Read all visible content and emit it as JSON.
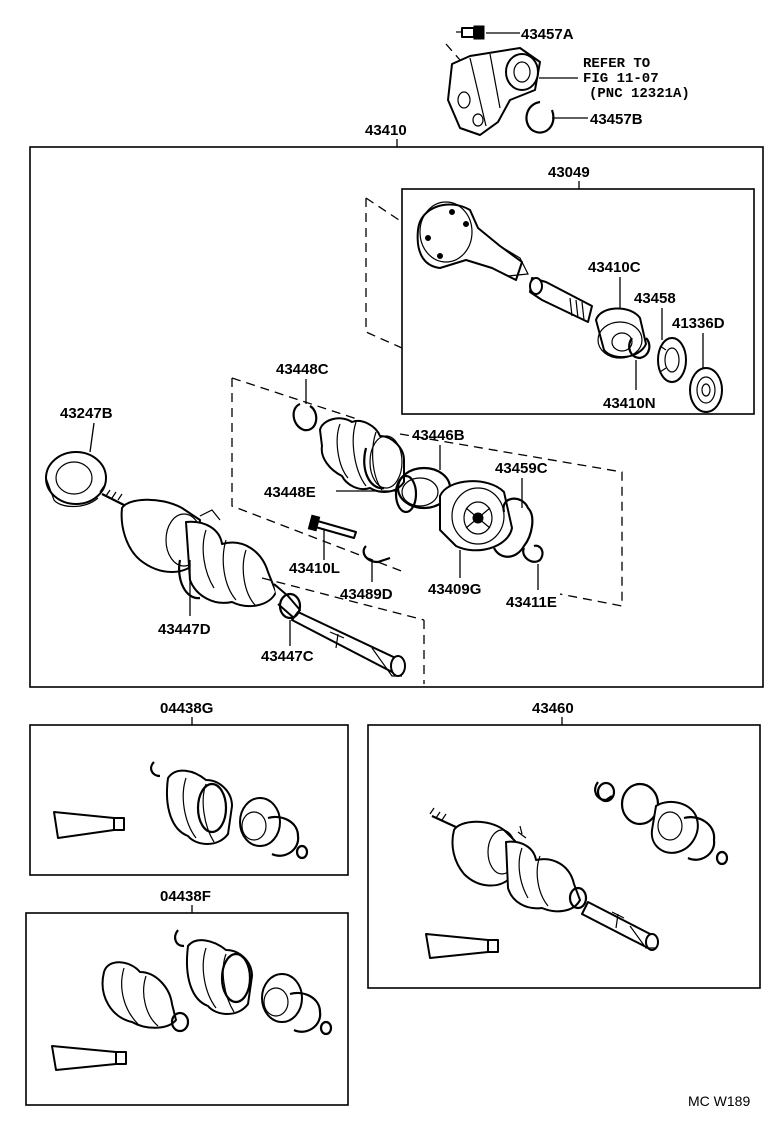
{
  "diagram": {
    "drawing_code": "MC W189",
    "reference_note": [
      "REFER TO",
      "FIG 11-07",
      "(PNC 12321A)"
    ],
    "part_numbers": {
      "p43457A": "43457A",
      "p43457B": "43457B",
      "p43410": "43410",
      "p43049": "43049",
      "p43410C": "43410C",
      "p43458": "43458",
      "p41336D": "41336D",
      "p43410N": "43410N",
      "p43448C": "43448C",
      "p43446B": "43446B",
      "p43247B": "43247B",
      "p43448E": "43448E",
      "p43459C": "43459C",
      "p43410L": "43410L",
      "p43489D": "43489D",
      "p43409G": "43409G",
      "p43411E": "43411E",
      "p43447D": "43447D",
      "p43447C": "43447C",
      "p04438G": "04438G",
      "p43460": "43460",
      "p04438F": "04438F"
    }
  }
}
